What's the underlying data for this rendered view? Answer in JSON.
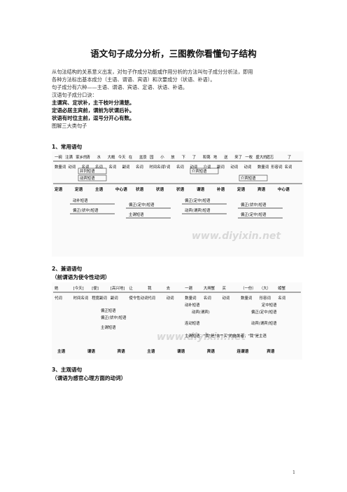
{
  "title": "语文句子成分分析，三图教你看懂句子结构",
  "intro": {
    "line1": "从句法结构的关系意义出发，对句子作成分功能或作用分析的方法叫句子成分分析法，即用",
    "line2": "各种方法标出基本成分（主语、谓语、宾语）和次要成分（状语、补语）。",
    "line3": "句子成分有六种——主语、谓语、宾语、定语、状语、补语。",
    "line4": "汉语句子成分口诀："
  },
  "mnemonic": [
    "主谓宾、定状补，主干枝叶分清楚。",
    "定语必居主宾前，谓前为状谓后补。",
    "状语有时位主前，逗号分开心有数。"
  ],
  "subtitle": "图解三大类句子",
  "sections": [
    {
      "heading": "1、常用语句",
      "note": ""
    },
    {
      "heading": "2、兼语语句",
      "note": "（前谓语为使令性动词）"
    },
    {
      "heading": "3、主观语句",
      "note": "（谓语为感官心理方面的动词）"
    }
  ],
  "diagram1": {
    "words": [
      "一碗",
      "注满",
      "家乡的",
      "清",
      "水",
      "大概",
      "今天",
      "在",
      "盆景",
      "园",
      "小",
      "放",
      "下",
      "了",
      "和蔼",
      "地",
      "送",
      "来了",
      "一枚",
      "盛大的",
      "遗忘",
      "",
      "了"
    ],
    "pos": [
      "数量词",
      "动词",
      "名词",
      "名词",
      "名词",
      "副词",
      "名词",
      "时间名词",
      "介词",
      "名词",
      "动词",
      "介词",
      "副词",
      "动词",
      "动词",
      "数量词",
      "形容词",
      "名词"
    ],
    "phrases": [
      "并列短语",
      "动宾短语",
      "介宾短语",
      "介宾短语"
    ],
    "roles": [
      "定语",
      "定语",
      "主语",
      "中心语",
      "状语",
      "状语",
      "状语",
      "谓语",
      "补语",
      "定语",
      "宾语",
      "中心语"
    ],
    "groups": [
      "动补短语",
      "偏正(定中)短语",
      "偏正(定中)短语",
      "偏正(状中)短语",
      "偏正(状中)短语",
      "主谓短语",
      "动宾(谓宾)短语",
      "偏正(定中)短语"
    ]
  },
  "diagram2": {
    "words": [
      "她",
      "[今天]",
      "[便]",
      "[高兴地]",
      "让",
      "我",
      "去",
      "一趟",
      "大闸蟹",
      "买",
      "（一份）",
      "（大）",
      "螃蟹"
    ],
    "pos": [
      "代词",
      "时间名词",
      "程度副词",
      "副词",
      "使令性动词",
      "代词",
      "动词",
      "数量词",
      "名词",
      "动词",
      "数量词",
      "形容词",
      "名词"
    ],
    "phrases": [
      "动补短语",
      "定中短语",
      "偏正短语",
      "动宾(谓宾)",
      "偏正(定中)短语",
      "偏正(状中)短语",
      "连动短语",
      "动宾(谓宾)短语",
      "主谓短语"
    ],
    "note": "主谓短语：\"我\"是\"去\"\"买\"的施发者，\"我\"是主语",
    "roles": [
      "主语",
      "谓语",
      "宾语",
      "主语",
      "谓语",
      "宾语",
      "连谓语",
      "宾语"
    ]
  },
  "watermark": "www.diyixin.net",
  "page_number": "1"
}
